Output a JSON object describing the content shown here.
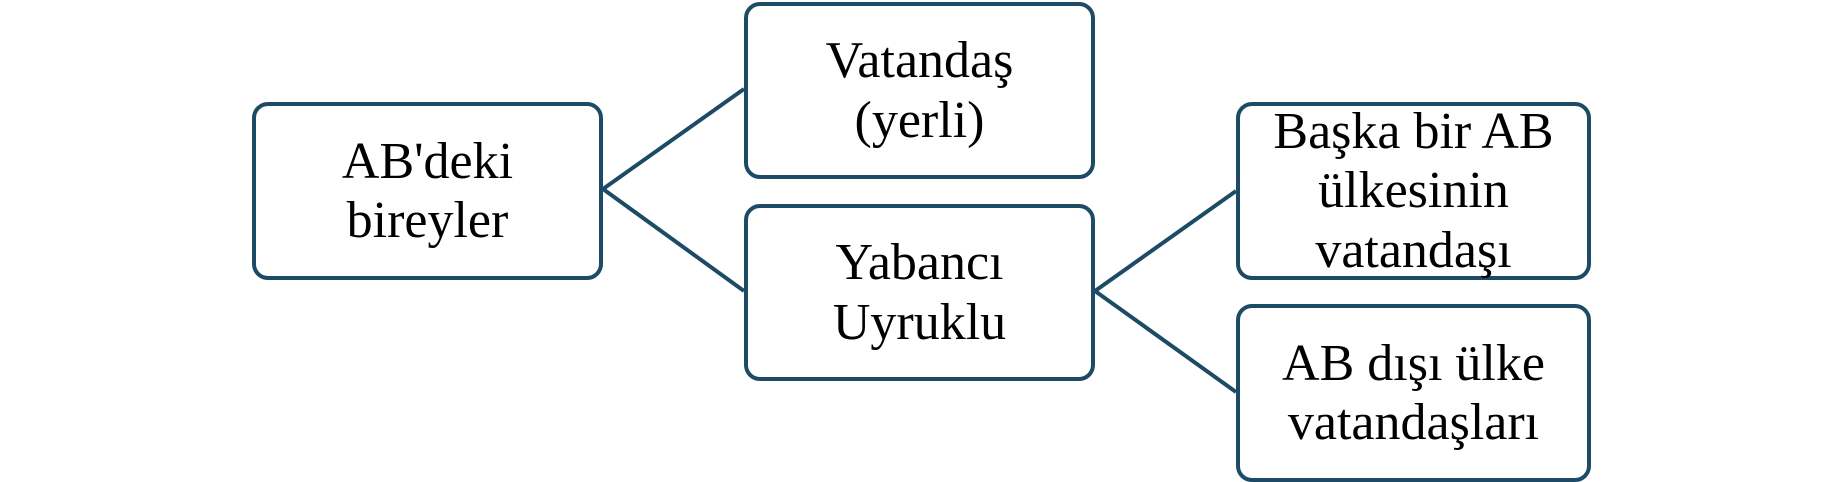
{
  "diagram": {
    "nodes": {
      "root": "AB'deki\nbireyler",
      "citizen": "Vatandaş\n(yerli)",
      "foreign": "Yabancı\nUyruklu",
      "eu_citizen": "Başka bir AB\nülkesinin\nvatandaşı",
      "non_eu_citizen": "AB dışı ülke\nvatandaşları"
    },
    "edges": [
      {
        "from": "root",
        "to": "citizen"
      },
      {
        "from": "root",
        "to": "foreign"
      },
      {
        "from": "foreign",
        "to": "eu_citizen"
      },
      {
        "from": "foreign",
        "to": "non_eu_citizen"
      }
    ],
    "colors": {
      "border": "#1d4b66",
      "connector": "#1d4b66",
      "text": "#000000",
      "background": "#ffffff"
    }
  }
}
